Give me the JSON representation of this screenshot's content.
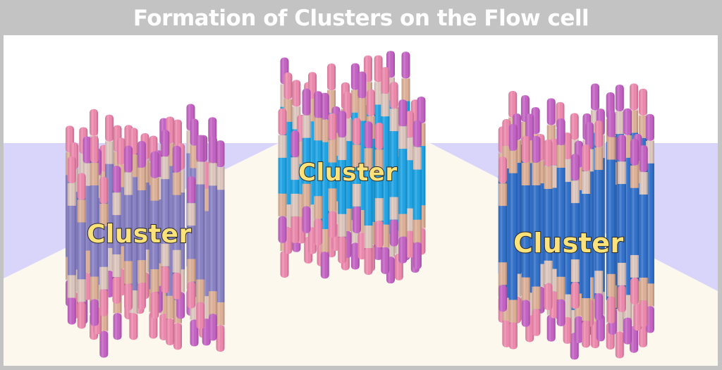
{
  "title": "Formation of Clusters on the Flow cell",
  "colors": {
    "frame": "#c3c3c3",
    "sky": "#ffffff",
    "band": "#d8d4fa",
    "floor": "#fcf8ee",
    "label_fill": "#fde27a",
    "label_stroke": "#2a2a2a",
    "segment_pink": "#f28bb0",
    "segment_magenta": "#c864c8",
    "segment_tan": "#e2b49a",
    "segment_beige": "#e2cbc2"
  },
  "clusters": [
    {
      "id": "left",
      "label": "Cluster",
      "body_color": "#8b84c9"
    },
    {
      "id": "center",
      "label": "Cluster",
      "body_color": "#1ea7ea"
    },
    {
      "id": "right",
      "label": "Cluster",
      "body_color": "#3273cf"
    }
  ]
}
